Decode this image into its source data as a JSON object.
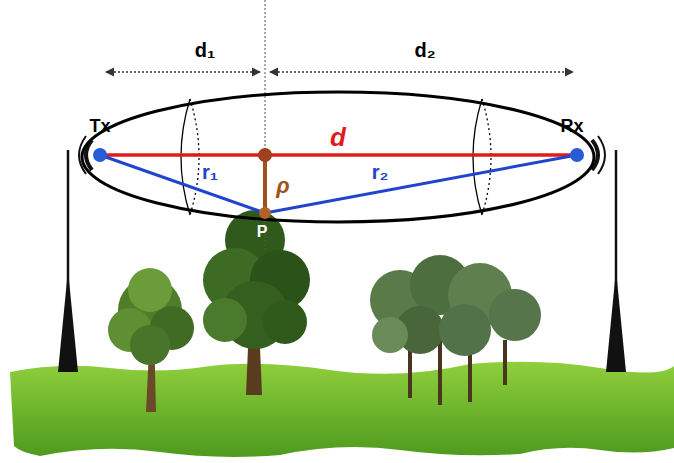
{
  "diagram": {
    "labels": [
      "d₁",
      "d₂",
      "Tx",
      "Rx",
      "d",
      "r₁",
      "ρ",
      "r₂",
      "P"
    ]
  }
}
